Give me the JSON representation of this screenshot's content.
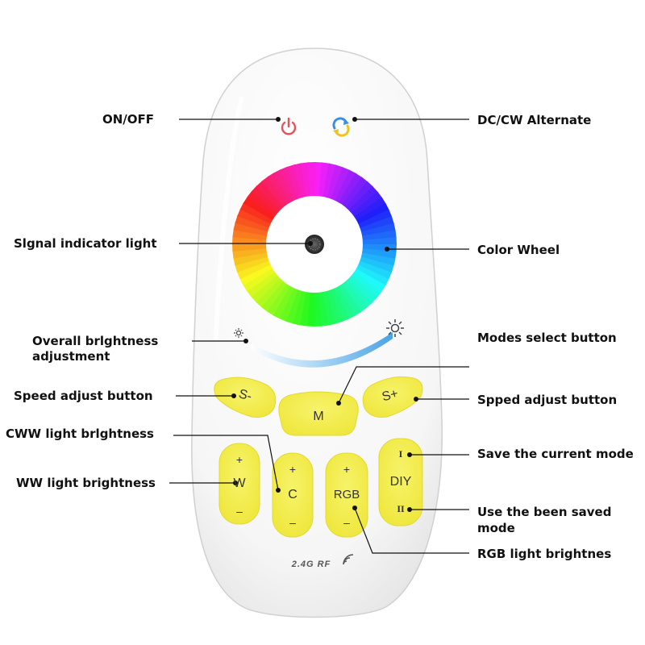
{
  "labels": {
    "on_off": "ON/OFF",
    "dc_cw_alternate": "DC/CW Alternate",
    "signal_indicator": "Slgnal indicator light",
    "color_wheel": "Color Wheel",
    "overall_brightness_line1": "Overall brlghtness",
    "overall_brightness_line2": "adjustment",
    "modes_select": "Modes select button",
    "speed_adjust_left": "Speed  adjust button",
    "speed_adjust_right": "Spped  adjust button",
    "cww_brightness": "CWW light brlghtness",
    "ww_brightness": "WW light brightness",
    "save_mode": "Save the current mode",
    "use_saved_line1": "Use the been saved",
    "use_saved_line2": "mode",
    "rgb_brightness": "RGB light brightnes"
  },
  "remote": {
    "speed_minus": "S-",
    "mode": "M",
    "speed_plus": "S+",
    "w_plus": "+",
    "w_label": "W",
    "w_minus": "–",
    "c_plus": "+",
    "c_label": "C",
    "c_minus": "–",
    "rgb_plus": "+",
    "rgb_label": "RGB",
    "rgb_minus": "–",
    "diy_one": "I",
    "diy_label": "DIY",
    "diy_two": "II",
    "rf_logo": "2.4G RF"
  },
  "colors": {
    "button_yellow": "#f4ef4a",
    "power_red": "#e8505a",
    "sync_blue": "#3b8fe0",
    "sync_yellow": "#f2c21b",
    "slider_blue": "#6fb6ec"
  },
  "icons": [
    "power-icon",
    "sync-icon",
    "sun-small-icon",
    "sun-large-icon",
    "signal-waves-icon"
  ]
}
